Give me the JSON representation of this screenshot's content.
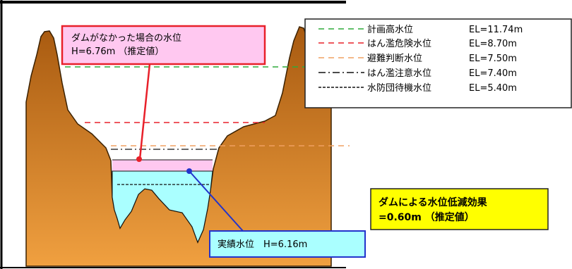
{
  "legend": [
    {
      "label": "計画高水位",
      "el": "EL=11.74m",
      "color": "#2eaa3a",
      "dash": "8,6",
      "width": 1.6
    },
    {
      "label": "はん濫危険水位",
      "el": "EL=8.70m",
      "color": "#e8202a",
      "dash": "8,6",
      "width": 1.6
    },
    {
      "label": "避難判断水位",
      "el": "EL=7.50m",
      "color": "#f0a060",
      "dash": "8,6",
      "width": 1.6
    },
    {
      "label": "はん濫注意水位",
      "el": "EL=7.40m",
      "color": "#111111",
      "dash": "10,4,2,4",
      "width": 1.4
    },
    {
      "label": "水防団待機水位",
      "el": "EL=5.40m",
      "color": "#111111",
      "dash": "4,2",
      "width": 1.4
    }
  ],
  "no_dam_callout": {
    "line1": "ダムがなかった場合の水位",
    "line2": "H=6.76m （推定値）",
    "border_color": "#e8202a",
    "fill_color": "#ffc8f0"
  },
  "actual_callout": {
    "text": "実績水位　H=6.16m",
    "border_color": "#2233cc",
    "fill_color": "#aaffff"
  },
  "effect_box": {
    "line1": "ダムによる水位低減効果",
    "line2": "=0.60m （推定値）",
    "fill_color": "#ffff00"
  },
  "colors": {
    "terrain_top": "#a85a10",
    "terrain_bottom": "#f0a040",
    "water_actual": "#aaffff",
    "water_no_dam": "#ffc8f0"
  }
}
